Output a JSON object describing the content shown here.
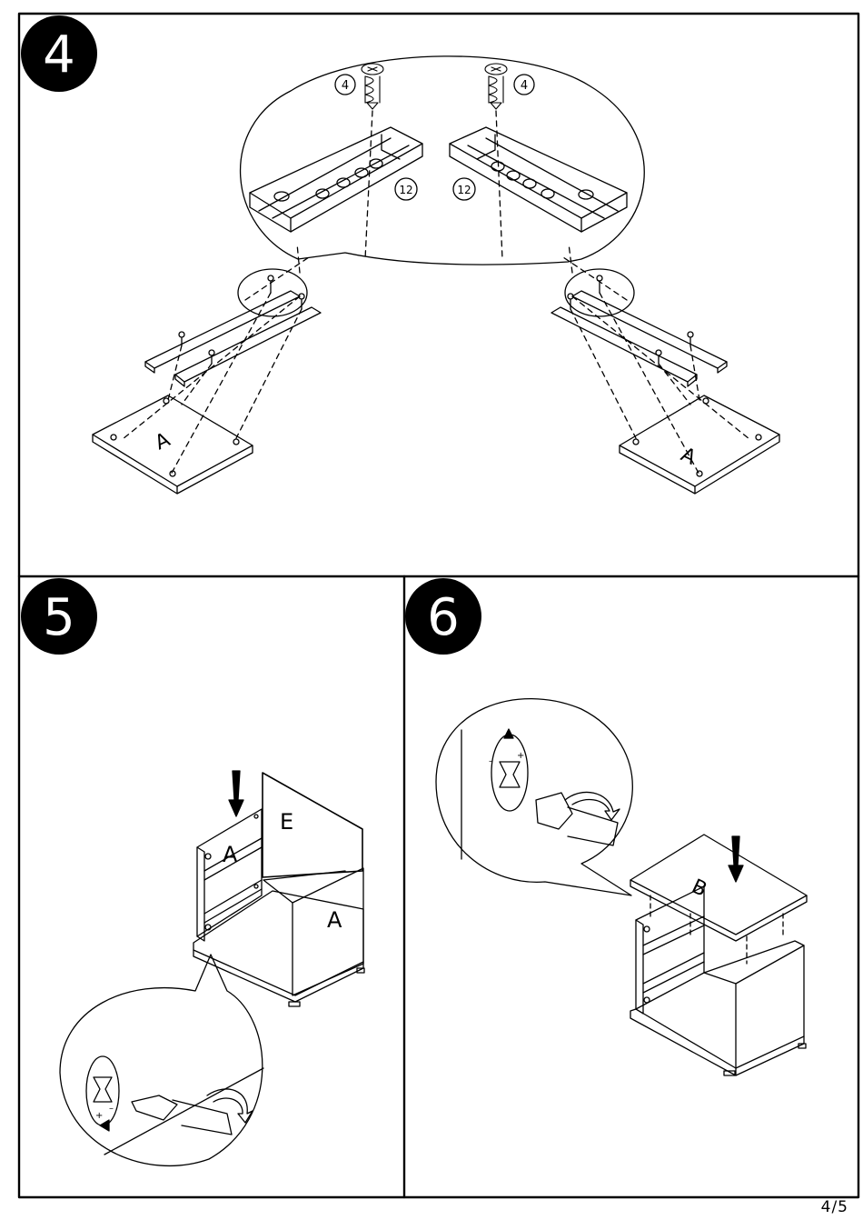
{
  "steps": [
    {
      "number": "4"
    },
    {
      "number": "5"
    },
    {
      "number": "6"
    }
  ],
  "callouts": {
    "screw_part": "4",
    "rail_part": "12"
  },
  "panels": {
    "a": "A",
    "e": "E",
    "b": "B"
  },
  "cam_lock_marks": {
    "minus": "–",
    "plus": "+"
  },
  "page_number": "4/5"
}
